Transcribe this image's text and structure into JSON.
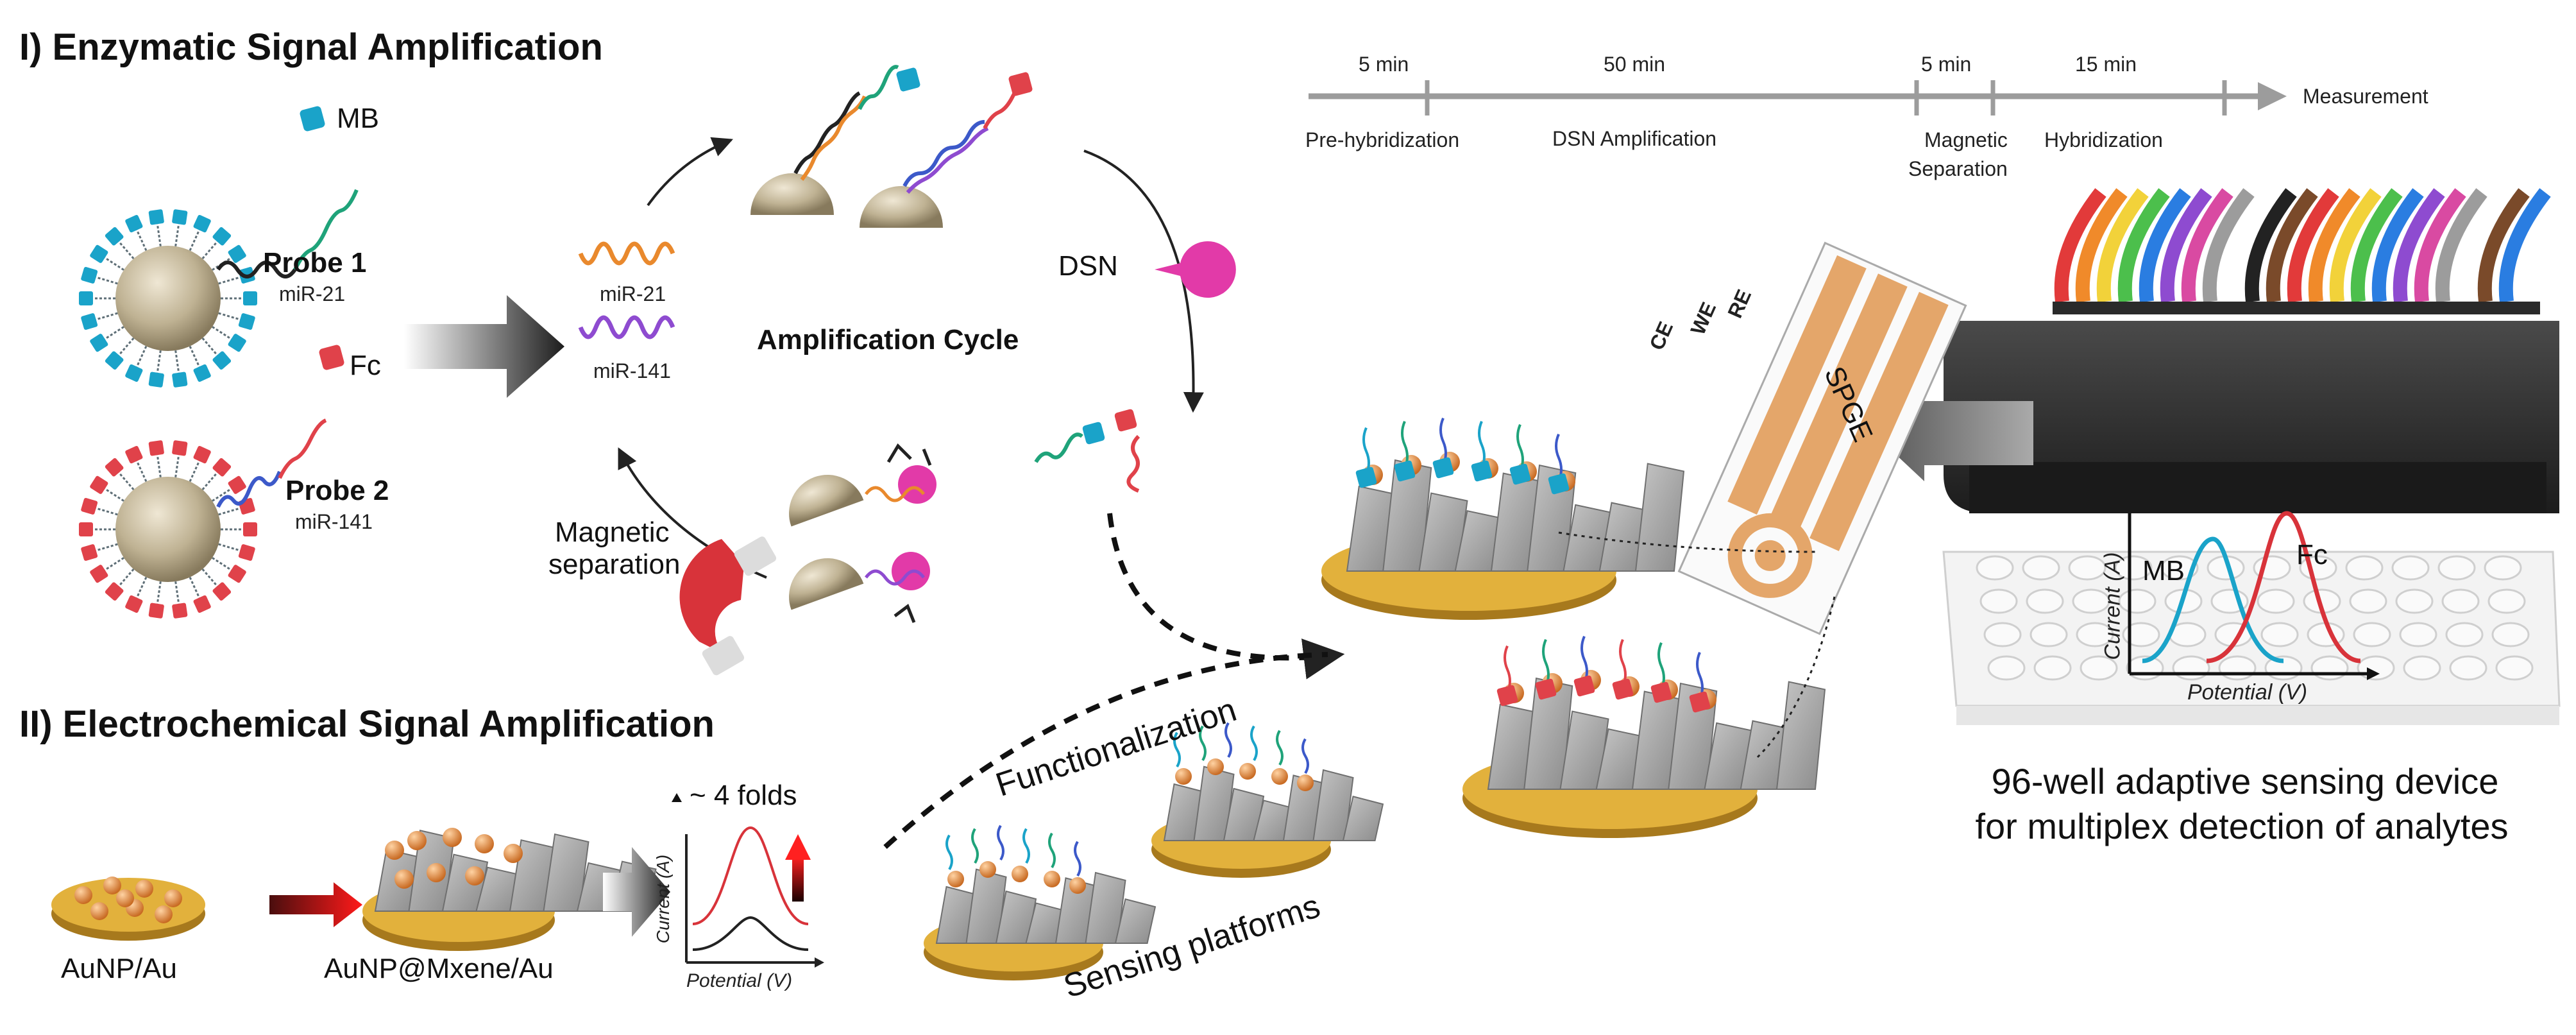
{
  "sections": {
    "enzymatic": "I) Enzymatic Signal Amplification",
    "electrochemical": "II) Electrochemical Signal Amplification"
  },
  "probes": {
    "probe1": {
      "name": "Probe 1",
      "target": "miR-21",
      "tag": "MB",
      "color": "#1aa3c9"
    },
    "probe2": {
      "name": "Probe 2",
      "target": "miR-141",
      "tag": "Fc",
      "color": "#e0424a"
    }
  },
  "targets": {
    "mir21": "miR-21",
    "mir141": "miR-141"
  },
  "cycle": {
    "title": "Amplification Cycle",
    "enzyme": "DSN",
    "magnetic_line1": "Magnetic",
    "magnetic_line2": "separation"
  },
  "timeline": {
    "intervals": [
      "5 min",
      "50 min",
      "5 min",
      "15 min"
    ],
    "steps": [
      "Pre-hybridization",
      "DSN Amplification",
      "Magnetic",
      "Separation",
      "Hybridization"
    ],
    "end": "Measurement"
  },
  "device": {
    "electrodes": [
      "CE",
      "WE",
      "RE"
    ],
    "electrode_name": "SPGE",
    "inset_peaks": [
      "MB",
      "Fc"
    ],
    "inset_ylabel": "Current (A)",
    "inset_xlabel": "Potential (V)",
    "caption_line1": "96-well adaptive sensing device",
    "caption_line2": "for multiplex detection of analytes"
  },
  "electro": {
    "left_label": "AuNP/Au",
    "right_label": "AuNP@Mxene/Au",
    "fold_text": "~ 4 folds",
    "plot_ylabel": "Current (A)",
    "plot_xlabel": "Potential (V)",
    "functionalization": "Functionalization",
    "sensing_platforms": "Sensing platforms"
  },
  "colors": {
    "gold": "#e2b13c",
    "nanoparticle": "#e08a3c",
    "mxene": "#9a9a9a",
    "bead": "#b3a58a",
    "dsn": "#e23aa8",
    "magnet_red": "#d8333a",
    "mir21": "#e9892d",
    "mir141": "#8e4bd0",
    "strand_green": "#1fa37a",
    "strand_blue": "#3c59c9"
  }
}
